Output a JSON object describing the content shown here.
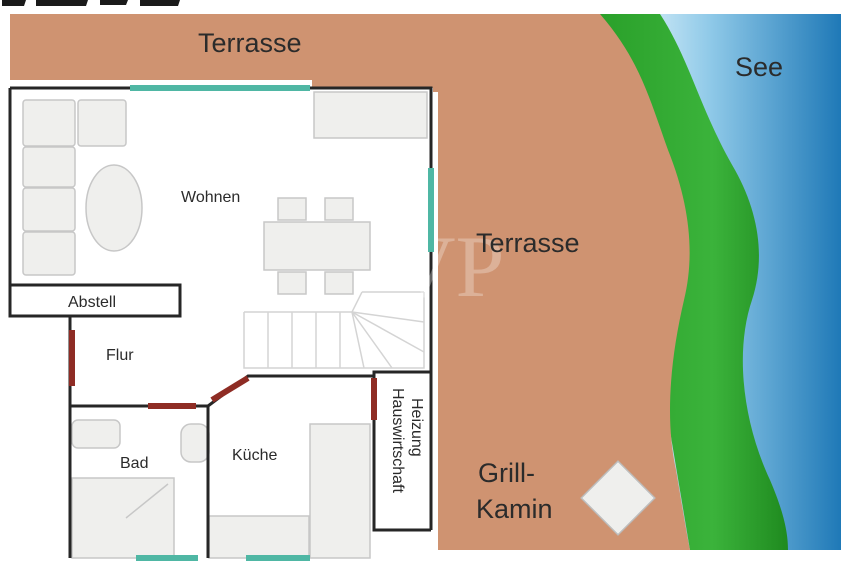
{
  "labels": {
    "terrace_top": "Terrasse",
    "terrace_right": "Terrasse",
    "lake": "See",
    "living": "Wohnen",
    "storage": "Abstell",
    "hall": "Flur",
    "bath": "Bad",
    "kitchen": "Küche",
    "heating": "Heizung",
    "utility": "Hauswirtschaft",
    "grill_line1": "Grill-",
    "grill_line2": "Kamin",
    "watermark": "VP"
  },
  "colors": {
    "terrace": "#cf9371",
    "grass": "#2ea32e",
    "lake_light": "#bfe1f2",
    "lake_dark": "#1f79b7",
    "window": "#4fb7a4",
    "door": "#8e2c24",
    "wall": "#262626",
    "interior": "#ffffff",
    "furniture": "#efefed"
  }
}
